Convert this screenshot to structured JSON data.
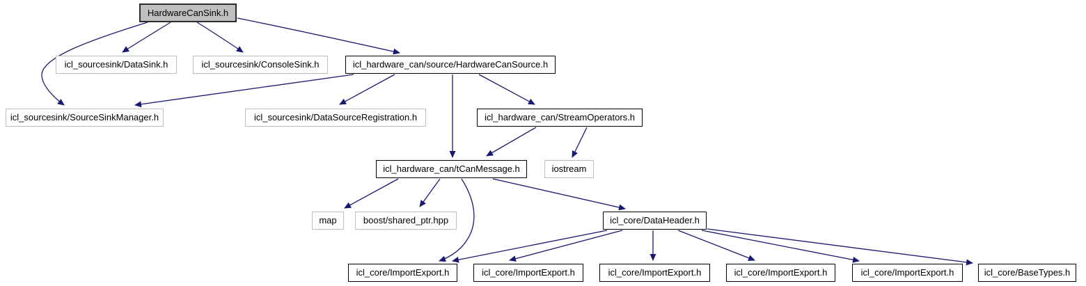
{
  "diagram": {
    "type": "include-dependency-graph",
    "root_file": "HardwareCanSink.h",
    "colors": {
      "edge": "#191970",
      "root_fill": "#bfbfbf",
      "documented_border": "#000000",
      "external_border": "#bdbdbd",
      "background": "#ffffff"
    },
    "nodes": [
      {
        "id": "hardwarecansink",
        "label": "HardwareCanSink.h",
        "kind": "root"
      },
      {
        "id": "datasink",
        "label": "icl_sourcesink/DataSink.h",
        "kind": "external"
      },
      {
        "id": "consolesink",
        "label": "icl_sourcesink/ConsoleSink.h",
        "kind": "external"
      },
      {
        "id": "hardwarecansource",
        "label": "icl_hardware_can/source/HardwareCanSource.h",
        "kind": "documented"
      },
      {
        "id": "sourcesinkmanager",
        "label": "icl_sourcesink/SourceSinkManager.h",
        "kind": "external"
      },
      {
        "id": "datasourceregistration",
        "label": "icl_sourcesink/DataSourceRegistration.h",
        "kind": "external"
      },
      {
        "id": "streamoperators",
        "label": "icl_hardware_can/StreamOperators.h",
        "kind": "documented"
      },
      {
        "id": "tcanmessage",
        "label": "icl_hardware_can/tCanMessage.h",
        "kind": "documented"
      },
      {
        "id": "iostream",
        "label": "iostream",
        "kind": "external"
      },
      {
        "id": "map",
        "label": "map",
        "kind": "external"
      },
      {
        "id": "sharedptr",
        "label": "boost/shared_ptr.hpp",
        "kind": "external"
      },
      {
        "id": "dataheader",
        "label": "icl_core/DataHeader.h",
        "kind": "documented"
      },
      {
        "id": "importexport1",
        "label": "icl_core/ImportExport.h",
        "kind": "documented"
      },
      {
        "id": "importexport2",
        "label": "icl_core/ImportExport.h",
        "kind": "documented"
      },
      {
        "id": "importexport3",
        "label": "icl_core/ImportExport.h",
        "kind": "documented"
      },
      {
        "id": "importexport4",
        "label": "icl_core/ImportExport.h",
        "kind": "documented"
      },
      {
        "id": "importexport5",
        "label": "icl_core/ImportExport.h",
        "kind": "documented"
      },
      {
        "id": "basetypes",
        "label": "icl_core/BaseTypes.h",
        "kind": "documented"
      }
    ],
    "edges": [
      {
        "from": "hardwarecansink",
        "to": "datasink"
      },
      {
        "from": "hardwarecansink",
        "to": "consolesink"
      },
      {
        "from": "hardwarecansink",
        "to": "hardwarecansource"
      },
      {
        "from": "hardwarecansink",
        "to": "sourcesinkmanager"
      },
      {
        "from": "hardwarecansource",
        "to": "sourcesinkmanager"
      },
      {
        "from": "hardwarecansource",
        "to": "datasourceregistration"
      },
      {
        "from": "hardwarecansource",
        "to": "tcanmessage"
      },
      {
        "from": "hardwarecansource",
        "to": "streamoperators"
      },
      {
        "from": "streamoperators",
        "to": "tcanmessage"
      },
      {
        "from": "streamoperators",
        "to": "iostream"
      },
      {
        "from": "tcanmessage",
        "to": "map"
      },
      {
        "from": "tcanmessage",
        "to": "sharedptr"
      },
      {
        "from": "tcanmessage",
        "to": "dataheader"
      },
      {
        "from": "tcanmessage",
        "to": "importexport1"
      },
      {
        "from": "dataheader",
        "to": "importexport1"
      },
      {
        "from": "dataheader",
        "to": "importexport2"
      },
      {
        "from": "dataheader",
        "to": "importexport3"
      },
      {
        "from": "dataheader",
        "to": "importexport4"
      },
      {
        "from": "dataheader",
        "to": "importexport5"
      },
      {
        "from": "dataheader",
        "to": "basetypes"
      }
    ]
  }
}
